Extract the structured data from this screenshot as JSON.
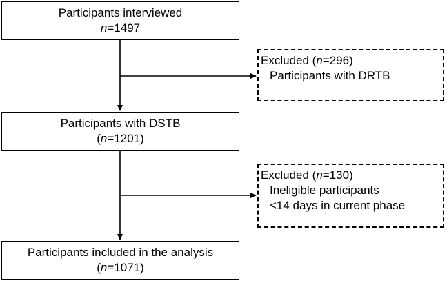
{
  "boxes": {
    "interviewed": {
      "title": "Participants interviewed",
      "n_label": "n",
      "n_value": "=1497"
    },
    "dstb": {
      "title": "Participants with DSTB",
      "n_open": "(",
      "n_label": "n",
      "n_value": "=1201)"
    },
    "analysis": {
      "title": "Participants included in the analysis",
      "n_open": "(",
      "n_label": "n",
      "n_value": "=1071)"
    }
  },
  "exclusions": {
    "first": {
      "prefix": "Excluded (",
      "n_label": "n",
      "n_value": "=296)",
      "items": [
        "Participants with DRTB"
      ]
    },
    "second": {
      "prefix": "Excluded (",
      "n_label": "n",
      "n_value": "=130)",
      "items": [
        "Ineligible participants",
        "<14 days in current phase"
      ]
    }
  }
}
